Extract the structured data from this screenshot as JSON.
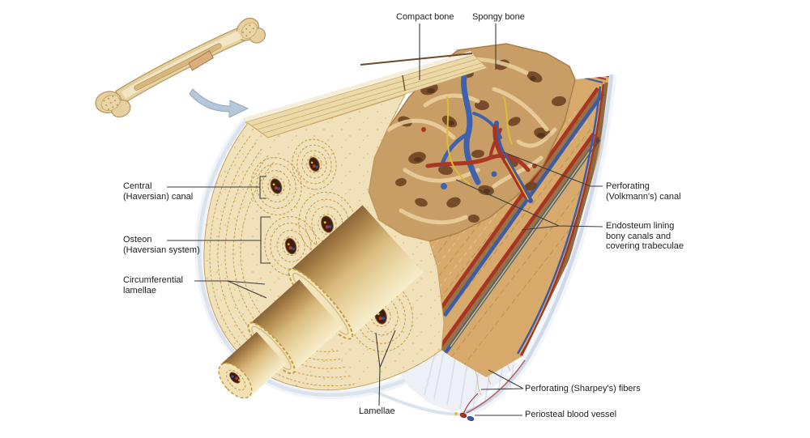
{
  "labels": {
    "compact_bone": {
      "lines": [
        "Compact bone"
      ]
    },
    "spongy_bone": {
      "lines": [
        "Spongy bone"
      ]
    },
    "central_canal": {
      "lines": [
        "Central",
        "(Haversian) canal"
      ]
    },
    "osteon": {
      "lines": [
        "Osteon",
        "(Haversian system)"
      ]
    },
    "circumferential_lamellae": {
      "lines": [
        "Circumferential",
        "lamellae"
      ]
    },
    "lamellae": {
      "lines": [
        "Lamellae"
      ]
    },
    "volkmanns_canal": {
      "lines": [
        "Perforating",
        "(Volkmann's) canal"
      ]
    },
    "endosteum": {
      "lines": [
        "Endosteum lining",
        "bony canals and",
        "covering trabeculae"
      ]
    },
    "sharpeys_fibers": {
      "lines": [
        "Perforating (Sharpey's) fibers"
      ]
    },
    "periosteal_blood_vessel": {
      "lines": [
        "Periosteal blood vessel"
      ]
    }
  },
  "colors": {
    "background": "#ffffff",
    "label_text": "#1e1e1e",
    "leader_line": "#3c3c3c",
    "bone_cream": "#f1e1ba",
    "bone_tan": "#d7aa6c",
    "lamella_gold": "#c49a3f",
    "canal_brown": "#3f2010",
    "vessel_red": "#a93423",
    "vessel_blue": "#3d5ca6",
    "nerve_yellow": "#dcbe34",
    "spongy_base": "#c89e66",
    "periosteum_white": "#edf1f7",
    "rim_blue": "#cfd9e7",
    "arrow_blue": "#b7c6d8"
  }
}
